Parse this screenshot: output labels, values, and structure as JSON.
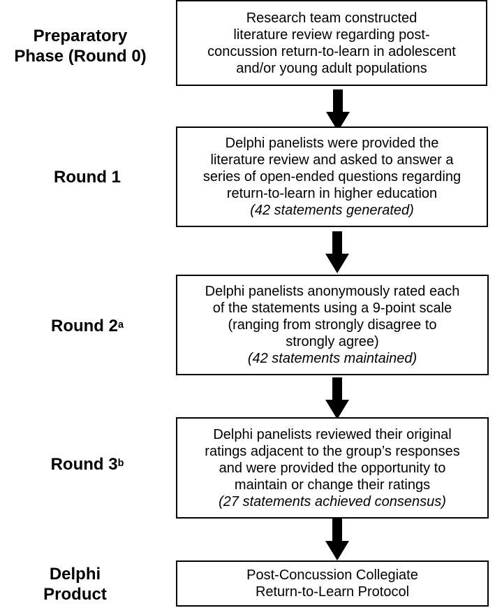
{
  "phases": [
    {
      "label_lines": [
        "Preparatory",
        "Phase (Round 0)"
      ],
      "superscript": "",
      "box_lines": [
        "Research team constructed",
        "literature review regarding post-",
        "concussion return-to-learn in adolescent",
        "and/or young adult populations"
      ],
      "box_note": ""
    },
    {
      "label_lines": [
        "Round 1"
      ],
      "superscript": "",
      "box_lines": [
        "Delphi panelists were provided the",
        "literature review and asked to answer a",
        "series of open-ended questions regarding",
        "return-to-learn in higher education"
      ],
      "box_note": "(42 statements generated)"
    },
    {
      "label_lines": [
        "Round 2"
      ],
      "superscript": "a",
      "box_lines": [
        "Delphi panelists anonymously rated each",
        "of the statements using a 9-point scale",
        "(ranging from strongly disagree to",
        "strongly agree)"
      ],
      "box_note": "(42 statements maintained)"
    },
    {
      "label_lines": [
        "Round 3"
      ],
      "superscript": "b",
      "box_lines": [
        "Delphi panelists reviewed their original",
        "ratings adjacent to the group’s responses",
        "and were provided the opportunity to",
        "maintain or change their ratings"
      ],
      "box_note": "(27 statements achieved consensus)"
    },
    {
      "label_lines": [
        "Delphi",
        "Product"
      ],
      "superscript": "",
      "box_lines": [
        "Post-Concussion Collegiate",
        "Return-to-Learn Protocol"
      ],
      "box_note": ""
    }
  ],
  "arrow_icon": "down-arrow-icon"
}
